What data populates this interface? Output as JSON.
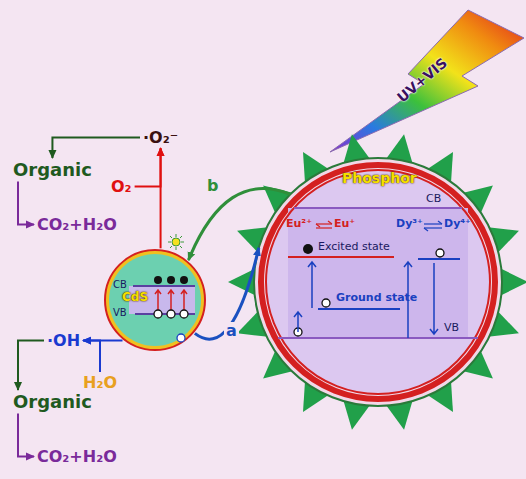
{
  "diagram": {
    "nodes": [
      {
        "text": [
          "Phosphor",
          "CB",
          "Eu²⁺",
          "Eu⁺",
          "Excited state",
          "Dy³⁺",
          "Dy⁴⁺",
          "Ground state",
          "VB"
        ]
      },
      {
        "text": [
          "CB",
          "CdS",
          "VB"
        ]
      },
      {
        "text": [
          "·O₂⁻"
        ]
      },
      {
        "text": [
          "O₂"
        ]
      },
      {
        "text": [
          "Organic"
        ]
      },
      {
        "text": [
          "CO₂+H₂O"
        ]
      },
      {
        "text": [
          "·OH"
        ]
      },
      {
        "text": [
          "H₂O"
        ]
      },
      {
        "text": [
          "Organic"
        ]
      },
      {
        "text": [
          "CO₂+H₂O"
        ]
      }
    ],
    "edges": [
      {
        "from": 3,
        "to": 2,
        "arrow": "to"
      },
      {
        "from": 1,
        "to": 2,
        "arrow": "to"
      },
      {
        "from": 2,
        "to": 4,
        "arrow": "to"
      },
      {
        "from": 4,
        "to": 5,
        "arrow": "to"
      },
      {
        "from": 7,
        "to": 6,
        "arrow": "to"
      },
      {
        "from": 1,
        "to": 6,
        "arrow": "to"
      },
      {
        "from": 6,
        "to": 8,
        "arrow": "to"
      },
      {
        "from": 8,
        "to": 9,
        "arrow": "to"
      },
      {
        "from": 1,
        "to": 0,
        "label": "a",
        "arrow": "to"
      },
      {
        "from": 0,
        "to": 1,
        "label": "b",
        "arrow": "to"
      }
    ],
    "labels": [
      "UV+VIS"
    ]
  }
}
